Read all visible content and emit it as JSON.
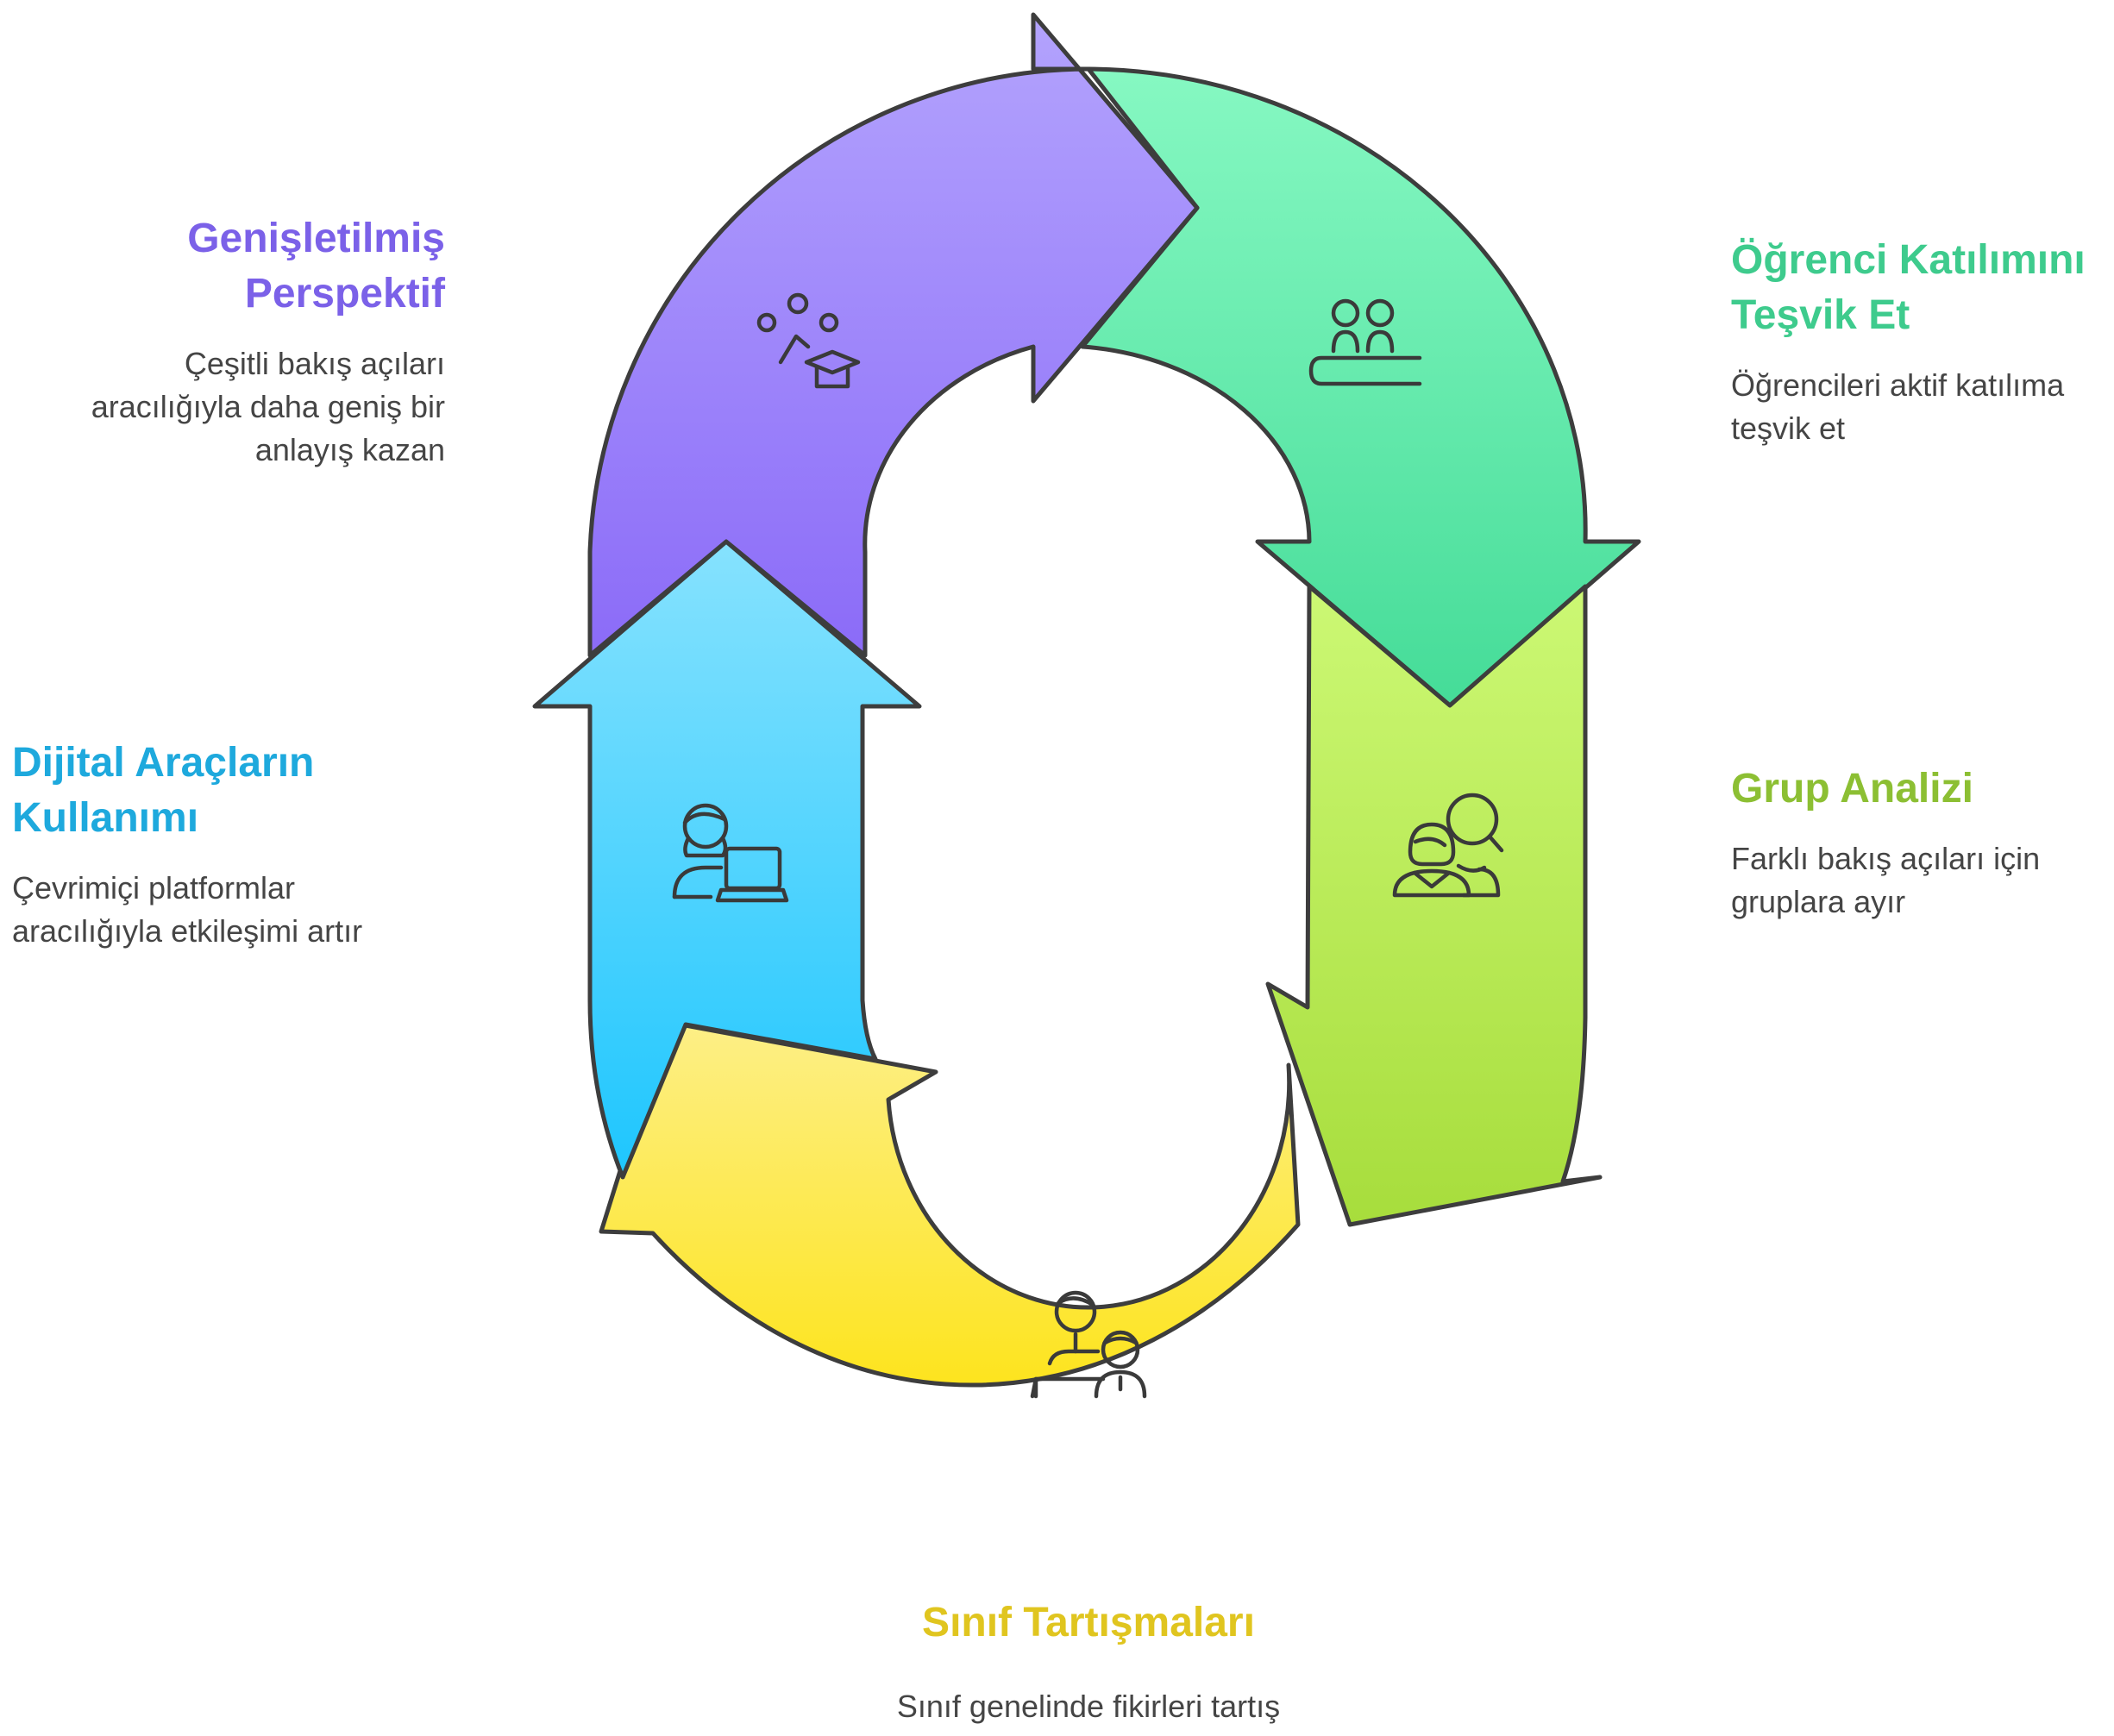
{
  "steps": [
    {
      "key": "perspective",
      "title": "Genişletilmiş Perspektif",
      "title_lines": [
        "Genişletilmiş",
        "Perspektif"
      ],
      "desc_lines": [
        "Çeşitli bakış açıları",
        "aracılığıyla daha geniş bir",
        "anlayış kazan"
      ],
      "color": "#7B61E8",
      "gradient": [
        "#B3A3FD",
        "#8B6BF8"
      ],
      "icon": "ideas-graduation-cap-icon"
    },
    {
      "key": "participation",
      "title": "Öğrenci Katılımını Teşvik Et",
      "title_lines": [
        "Öğrenci Katılımını",
        "Teşvik Et"
      ],
      "desc_lines": [
        "Öğrencileri aktif katılıma",
        "teşvik et"
      ],
      "color": "#3ECB8D",
      "gradient": [
        "#86F8C2",
        "#45DC98"
      ],
      "icon": "students-at-desk-icon"
    },
    {
      "key": "group",
      "title": "Grup Analizi",
      "title_lines": [
        "Grup Analizi"
      ],
      "desc_lines": [
        "Farklı bakış açıları için",
        "gruplara ayır"
      ],
      "color": "#8CBF33",
      "gradient": [
        "#CCF874",
        "#A7DD3C"
      ],
      "icon": "group-search-icon"
    },
    {
      "key": "discussion",
      "title": "Sınıf Tartışmaları",
      "title_lines": [
        "Sınıf Tartışmaları"
      ],
      "desc_lines": [
        "Sınıf genelinde fikirleri tartış"
      ],
      "color": "#E0C51F",
      "gradient": [
        "#FDEF87",
        "#FDE41E"
      ],
      "icon": "teacher-student-icon"
    },
    {
      "key": "digital",
      "title": "Dijital Araçların Kullanımı",
      "title_lines": [
        "Dijital Araçların",
        "Kullanımı"
      ],
      "desc_lines": [
        "Çevrimiçi platformlar",
        "aracılığıyla etkileşimi artır"
      ],
      "color": "#1EA9DD",
      "gradient": [
        "#86E2FE",
        "#1EC6FE"
      ],
      "icon": "person-laptop-icon"
    }
  ],
  "outline_color": "#3d3d3d"
}
